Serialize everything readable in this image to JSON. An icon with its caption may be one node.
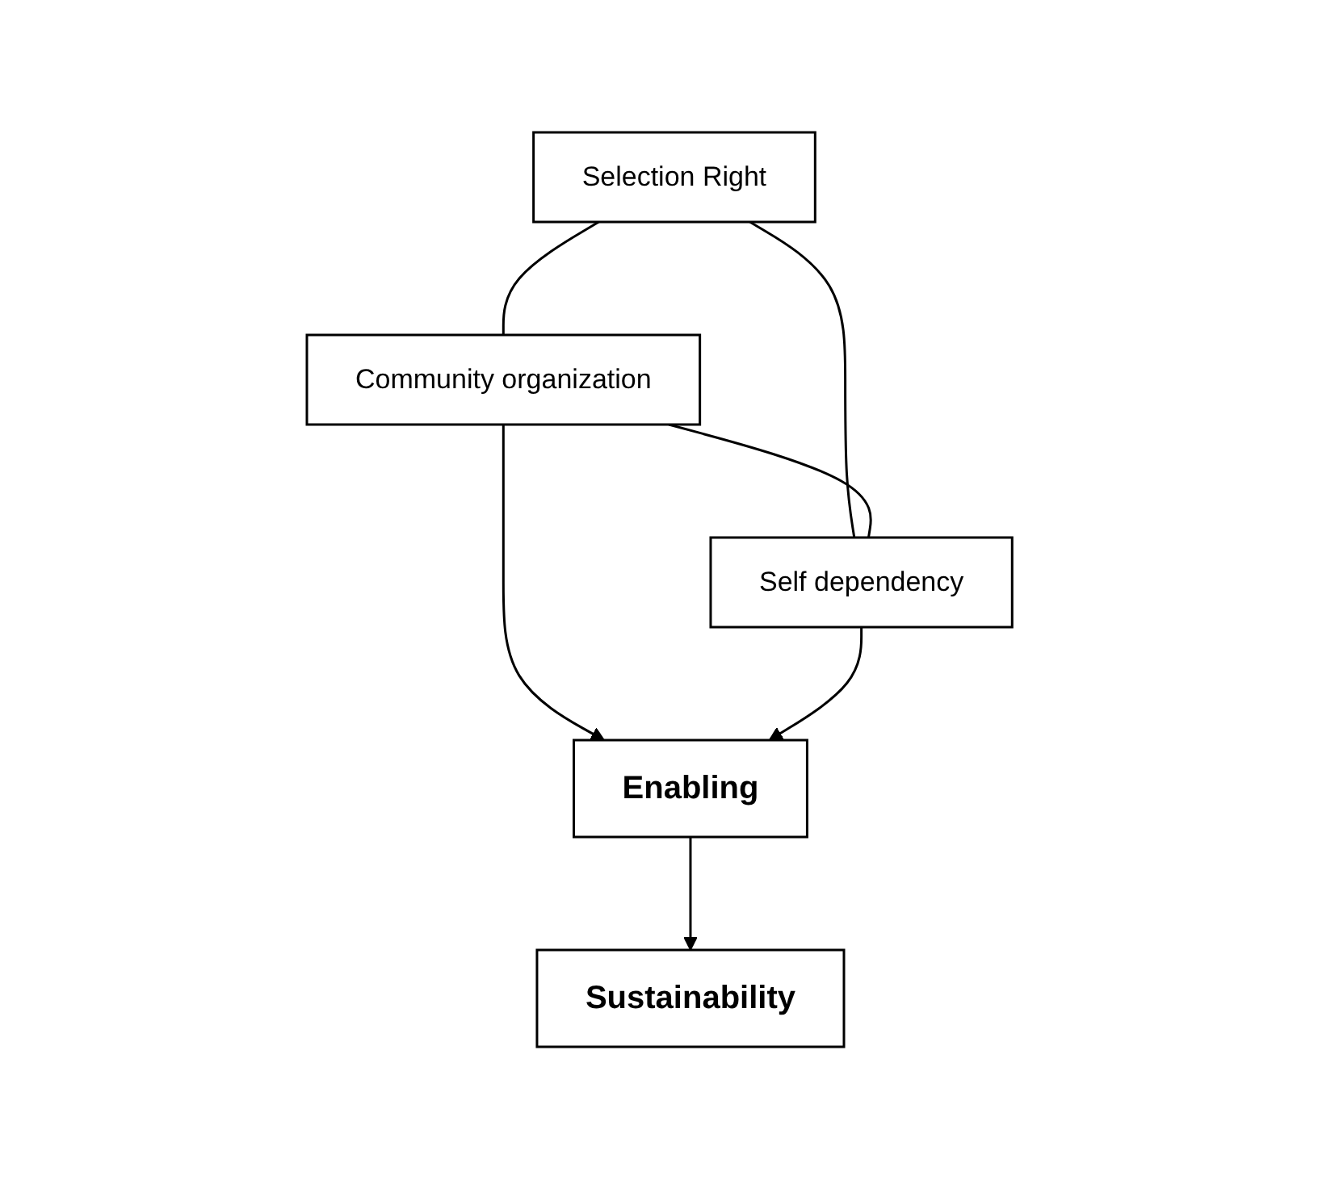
{
  "diagram": {
    "nodes": [
      {
        "text": [
          "Selection Right"
        ]
      },
      {
        "text": [
          "Community organization"
        ]
      },
      {
        "text": [
          "Self dependency"
        ]
      },
      {
        "text": [
          "Enabling"
        ]
      },
      {
        "text": [
          "Sustainability"
        ]
      }
    ],
    "edges": [
      {
        "from": 0,
        "to": 1,
        "arrow": "none"
      },
      {
        "from": 0,
        "to": 2,
        "arrow": "none"
      },
      {
        "from": 1,
        "to": 2,
        "arrow": "none"
      },
      {
        "from": 1,
        "to": 3,
        "arrow": "to"
      },
      {
        "from": 2,
        "to": 3,
        "arrow": "to"
      },
      {
        "from": 3,
        "to": 4,
        "arrow": "to"
      }
    ]
  }
}
